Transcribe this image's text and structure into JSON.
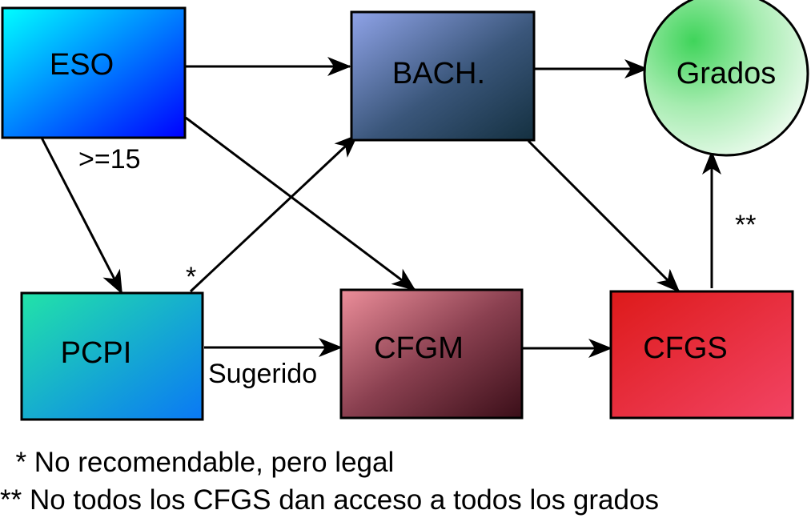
{
  "nodes": {
    "eso": {
      "label": "ESO"
    },
    "bach": {
      "label": "BACH."
    },
    "grados": {
      "label": "Grados"
    },
    "pcpi": {
      "label": "PCPI"
    },
    "cfgm": {
      "label": "CFGM"
    },
    "cfgs": {
      "label": "CFGS"
    }
  },
  "edge_labels": {
    "eso_pcpi_age": ">=15",
    "pcpi_bach_mark": "*",
    "pcpi_cfgm_note": "Sugerido",
    "cfgs_grados_mark": "**"
  },
  "footnotes": {
    "single": "  * No recomendable, pero legal",
    "double": "** No todos los CFGS dan acceso a todos los grados"
  },
  "colors": {
    "eso": [
      "#00ffff",
      "#0000ff"
    ],
    "bach": [
      "#8fa3e8",
      "#1a3848"
    ],
    "grados": [
      "#3fd45a",
      "#ffffff"
    ],
    "pcpi": [
      "#22e3a8",
      "#0a7af0"
    ],
    "cfgm": [
      "#e88895",
      "#3a0e18"
    ],
    "cfgs": [
      "#e0201f",
      "#f04060"
    ]
  }
}
